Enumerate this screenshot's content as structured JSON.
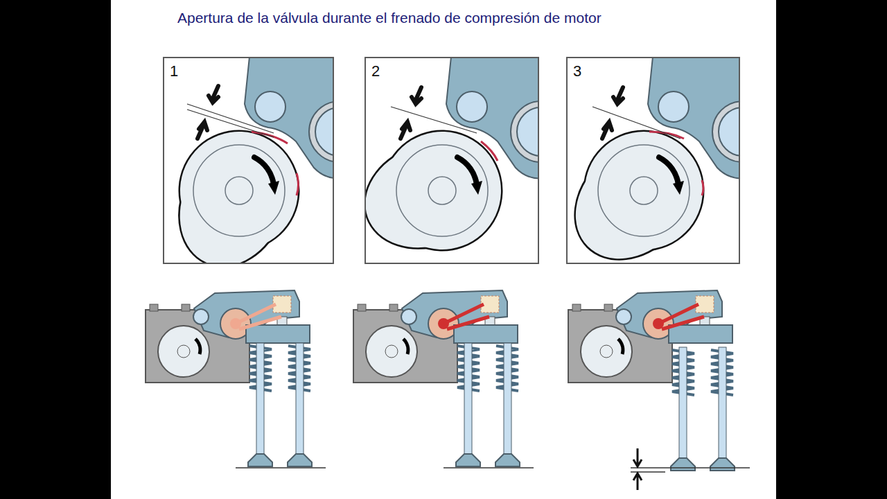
{
  "diagram": {
    "title": "Apertura de la válvula durante el frenado de compresión de motor",
    "nodes": [
      {
        "text": [
          "1"
        ]
      },
      {
        "text": [
          "2"
        ]
      },
      {
        "text": [
          "3"
        ]
      }
    ]
  }
}
